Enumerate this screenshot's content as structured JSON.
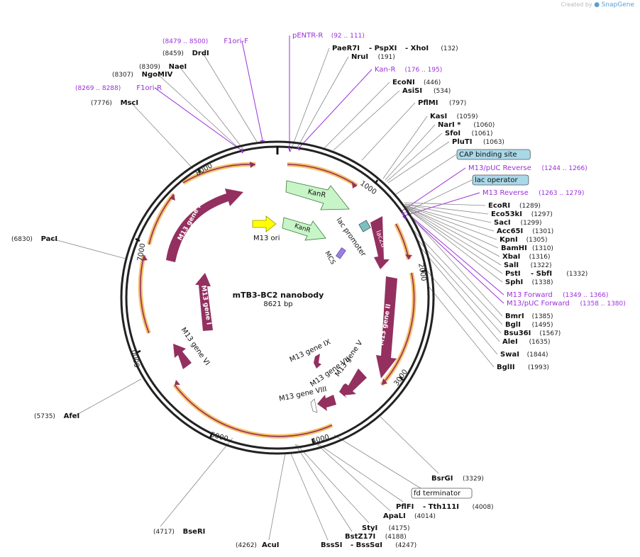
{
  "header": {
    "credit_prefix": "Created by",
    "credit_brand": "SnapGene"
  },
  "plasmid": {
    "name": "mTB3-BC2 nanobody",
    "length_label": "8621 bp"
  },
  "ticks": [
    "1000",
    "2000",
    "3000",
    "4000",
    "5000",
    "6000",
    "7000",
    "8000"
  ],
  "colors": {
    "backbone": "#222222",
    "feature_maroon": "#93305f",
    "feature_green": "#c8f5c8",
    "feature_yellow": "#ffff00",
    "primer_purple": "#9b30d9",
    "highlight_orange": "#f5b041",
    "boxed_blue": "#a9d8e8"
  },
  "features": [
    {
      "id": "kanr-outer",
      "label": "KanR"
    },
    {
      "id": "kanr-inner",
      "label": "KanR"
    },
    {
      "id": "m13-ori",
      "label": "M13 ori"
    },
    {
      "id": "lac-promoter",
      "label": "lac promoter"
    },
    {
      "id": "lacza",
      "label": "lacZα"
    },
    {
      "id": "mcs",
      "label": "MCS"
    },
    {
      "id": "m13-gene-ii",
      "label": "M13 gene II"
    },
    {
      "id": "m13-gene-v",
      "label": "M13 gene V"
    },
    {
      "id": "m13-gene-vii",
      "label": "M13 gene VII"
    },
    {
      "id": "m13-gene-ix",
      "label": "M13 gene IX"
    },
    {
      "id": "m13-gene-viii",
      "label": "M13 gene VIII"
    },
    {
      "id": "m13-gene-vi",
      "label": "M13 gene VI"
    },
    {
      "id": "m13-gene-i",
      "label": "M13 gene I"
    },
    {
      "id": "m13-gene-iv",
      "label": "M13 gene IV"
    }
  ],
  "labels": [
    {
      "id": "f1ori-f",
      "name": "F1ori-F",
      "pos": "(8479 .. 8500)",
      "kind": "primer",
      "pos_first": true
    },
    {
      "id": "pentr-r",
      "name": "pENTR-R",
      "pos": "(92 .. 111)",
      "kind": "primer"
    },
    {
      "id": "paer7i",
      "name": "PaeR7I",
      "pos": "",
      "kind": "enzyme"
    },
    {
      "id": "pspxi",
      "name": "- PspXI",
      "pos": "",
      "kind": "enzyme"
    },
    {
      "id": "xhoi",
      "name": "- XhoI",
      "pos": "(132)",
      "kind": "enzyme"
    },
    {
      "id": "drdi",
      "name": "DrdI",
      "pos": "(8459)",
      "kind": "enzyme",
      "pos_first": true
    },
    {
      "id": "nrui",
      "name": "NruI",
      "pos": "(191)",
      "kind": "enzyme"
    },
    {
      "id": "naei",
      "name": "NaeI",
      "pos": "(8309)",
      "kind": "enzyme",
      "pos_first": true
    },
    {
      "id": "kan-r-primer",
      "name": "Kan-R",
      "pos": "(176 .. 195)",
      "kind": "primer"
    },
    {
      "id": "ngomiv",
      "name": "NgoMIV",
      "pos": "(8307)",
      "kind": "enzyme",
      "pos_first": true
    },
    {
      "id": "econi",
      "name": "EcoNI",
      "pos": "(446)",
      "kind": "enzyme"
    },
    {
      "id": "f1ori-r",
      "name": "F1ori-R",
      "pos": "(8269 .. 8288)",
      "kind": "primer",
      "pos_first": true
    },
    {
      "id": "asisi",
      "name": "AsiSI",
      "pos": "(534)",
      "kind": "enzyme"
    },
    {
      "id": "msci",
      "name": "MscI",
      "pos": "(7776)",
      "kind": "enzyme",
      "pos_first": true
    },
    {
      "id": "pflmi",
      "name": "PflMI",
      "pos": "(797)",
      "kind": "enzyme"
    },
    {
      "id": "kasi",
      "name": "KasI",
      "pos": "(1059)",
      "kind": "enzyme"
    },
    {
      "id": "nari",
      "name": "NarI *",
      "pos": "(1060)",
      "kind": "enzyme"
    },
    {
      "id": "sfoi",
      "name": "SfoI",
      "pos": "(1061)",
      "kind": "enzyme"
    },
    {
      "id": "pluti",
      "name": "PluTI",
      "pos": "(1063)",
      "kind": "enzyme"
    },
    {
      "id": "cap-binding-site",
      "name": "CAP binding site",
      "pos": "",
      "kind": "boxed"
    },
    {
      "id": "m13-puc-reverse",
      "name": "M13/pUC Reverse",
      "pos": "(1244 .. 1266)",
      "kind": "primer"
    },
    {
      "id": "lac-operator",
      "name": "lac operator",
      "pos": "",
      "kind": "boxed"
    },
    {
      "id": "m13-reverse",
      "name": "M13 Reverse",
      "pos": "(1263 .. 1279)",
      "kind": "primer"
    },
    {
      "id": "ecori",
      "name": "EcoRI",
      "pos": "(1289)",
      "kind": "enzyme"
    },
    {
      "id": "eco53ki",
      "name": "Eco53kI",
      "pos": "(1297)",
      "kind": "enzyme"
    },
    {
      "id": "saci",
      "name": "SacI",
      "pos": "(1299)",
      "kind": "enzyme"
    },
    {
      "id": "acc65i",
      "name": "Acc65I",
      "pos": "(1301)",
      "kind": "enzyme"
    },
    {
      "id": "pci",
      "name": "PacI",
      "pos": "(6830)",
      "kind": "enzyme",
      "pos_first": true
    },
    {
      "id": "kpni",
      "name": "KpnI",
      "pos": "(1305)",
      "kind": "enzyme"
    },
    {
      "id": "bamhi",
      "name": "BamHI",
      "pos": "(1310)",
      "kind": "enzyme"
    },
    {
      "id": "xbai",
      "name": "XbaI",
      "pos": "(1316)",
      "kind": "enzyme"
    },
    {
      "id": "sali",
      "name": "SalI",
      "pos": "(1322)",
      "kind": "enzyme"
    },
    {
      "id": "psti",
      "name": "PstI",
      "pos": "",
      "kind": "enzyme"
    },
    {
      "id": "sbfi",
      "name": "- SbfI",
      "pos": "(1332)",
      "kind": "enzyme"
    },
    {
      "id": "sphi",
      "name": "SphI",
      "pos": "(1338)",
      "kind": "enzyme"
    },
    {
      "id": "m13-forward",
      "name": "M13 Forward",
      "pos": "(1349 .. 1366)",
      "kind": "primer"
    },
    {
      "id": "m13-puc-forward",
      "name": "M13/pUC Forward",
      "pos": "(1358 .. 1380)",
      "kind": "primer"
    },
    {
      "id": "bmri",
      "name": "BmrI",
      "pos": "(1385)",
      "kind": "enzyme"
    },
    {
      "id": "bgli",
      "name": "BglI",
      "pos": "(1495)",
      "kind": "enzyme"
    },
    {
      "id": "bsu36i",
      "name": "Bsu36I",
      "pos": "(1567)",
      "kind": "enzyme"
    },
    {
      "id": "alei",
      "name": "AleI",
      "pos": "(1635)",
      "kind": "enzyme"
    },
    {
      "id": "swai",
      "name": "SwaI",
      "pos": "(1844)",
      "kind": "enzyme"
    },
    {
      "id": "bglii",
      "name": "BglII",
      "pos": "(1993)",
      "kind": "enzyme"
    },
    {
      "id": "afei",
      "name": "AfeI",
      "pos": "(5735)",
      "kind": "enzyme",
      "pos_first": true
    },
    {
      "id": "bsrgi",
      "name": "BsrGI",
      "pos": "(3329)",
      "kind": "enzyme"
    },
    {
      "id": "fd-terminator",
      "name": "fd terminator",
      "pos": "",
      "kind": "boxed-white"
    },
    {
      "id": "pflfi",
      "name": "PflFI",
      "pos": "",
      "kind": "enzyme"
    },
    {
      "id": "tth111i",
      "name": "- Tth111I",
      "pos": "(4008)",
      "kind": "enzyme"
    },
    {
      "id": "apali",
      "name": "ApaLI",
      "pos": "(4014)",
      "kind": "enzyme"
    },
    {
      "id": "bseri",
      "name": "BseRI",
      "pos": "(4717)",
      "kind": "enzyme",
      "pos_first": true
    },
    {
      "id": "styi",
      "name": "StyI",
      "pos": "(4175)",
      "kind": "enzyme"
    },
    {
      "id": "bstz17i",
      "name": "BstZ17I",
      "pos": "(4188)",
      "kind": "enzyme"
    },
    {
      "id": "acui",
      "name": "AcuI",
      "pos": "",
      "kind": "enzyme"
    },
    {
      "id": "acui-pos",
      "name": "",
      "pos": "(4262)",
      "kind": "enzyme",
      "pos_first": true
    },
    {
      "id": "bsssi",
      "name": "BssSI",
      "pos": "",
      "kind": "enzyme"
    },
    {
      "id": "bsssai",
      "name": "- BssSαI",
      "pos": "(4247)",
      "kind": "enzyme"
    }
  ]
}
